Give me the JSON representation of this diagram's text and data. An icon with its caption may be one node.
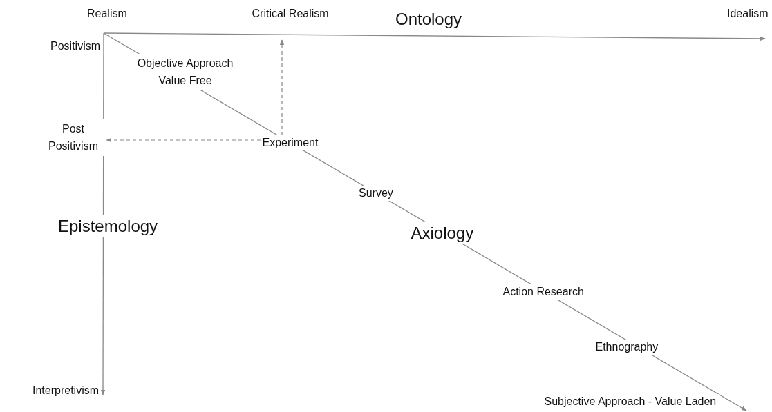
{
  "diagram": {
    "nodes": [
      {
        "text": [
          "Post Positivism"
        ]
      },
      {
        "text": [
          "Experiment"
        ]
      }
    ],
    "edges": [
      {
        "from": 1,
        "to": 0,
        "arrow": "to",
        "style": "dashed"
      },
      {
        "from": 1,
        "to": null,
        "arrow": "to",
        "style": "dashed"
      }
    ],
    "labels": [
      "Realism",
      "Critical Realism",
      "Ontology",
      "Idealism",
      "Positivism",
      "Objective Approach Value Free",
      "Survey",
      "Epistemology",
      "Axiology",
      "Action Research",
      "Ethnography",
      "Interpretivism",
      "Subjective Approach - Value Laden"
    ]
  }
}
